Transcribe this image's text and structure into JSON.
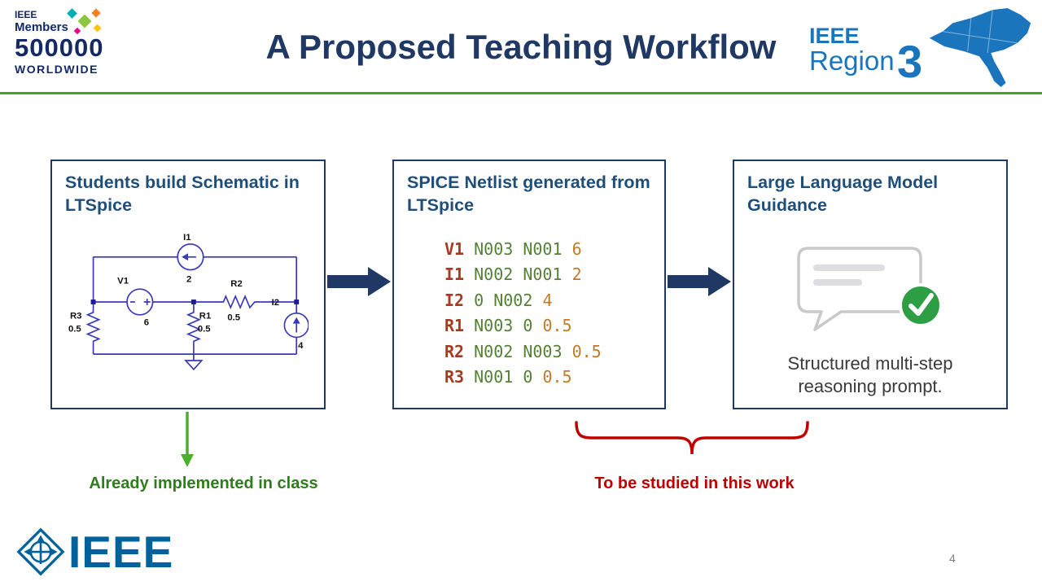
{
  "header": {
    "title": "A Proposed Teaching Workflow",
    "members_logo": {
      "ieee": "IEEE",
      "members": "Members",
      "count": "500000",
      "worldwide": "WORLDWIDE"
    },
    "region_logo": {
      "ieee": "IEEE",
      "region": "Region",
      "number": "3"
    }
  },
  "workflow": {
    "box1": {
      "title": "Students build Schematic in LTSpice",
      "schematic": {
        "i1": {
          "label": "I1",
          "value": "2"
        },
        "v1": {
          "label": "V1",
          "value": "6"
        },
        "r2": {
          "label": "R2",
          "value": "0.5"
        },
        "i2": {
          "label": "I2",
          "value": "4"
        },
        "r3": {
          "label": "R3",
          "value": "0.5"
        },
        "r1": {
          "label": "R1",
          "value": "0.5"
        }
      }
    },
    "box2": {
      "title": "SPICE Netlist generated from LTSpice",
      "netlist": [
        {
          "comp": "V1",
          "nodes": "N003 N001",
          "value": "6"
        },
        {
          "comp": "I1",
          "nodes": "N002 N001",
          "value": "2"
        },
        {
          "comp": "I2",
          "nodes": "0 N002",
          "value": "4"
        },
        {
          "comp": "R1",
          "nodes": "N003 0",
          "value": "0.5"
        },
        {
          "comp": "R2",
          "nodes": "N002 N003",
          "value": "0.5"
        },
        {
          "comp": "R3",
          "nodes": "N001 0",
          "value": "0.5"
        }
      ]
    },
    "box3": {
      "title": "Large Language Model Guidance",
      "caption": "Structured multi-step reasoning prompt."
    }
  },
  "annotations": {
    "implemented": "Already implemented in class",
    "studied": "To be studied in this work"
  },
  "footer": {
    "brand": "IEEE",
    "page_number": "4"
  },
  "colors": {
    "navy": "#1F3864",
    "box_title": "#1F4E79",
    "green_accent": "#4CAF2E",
    "green_text": "#2E7D1C",
    "red_accent": "#C00000",
    "ieee_blue": "#00629B",
    "region_blue": "#1B75BC",
    "netlist_component": "#A33A21",
    "netlist_node": "#538135",
    "netlist_value": "#C07A28"
  }
}
